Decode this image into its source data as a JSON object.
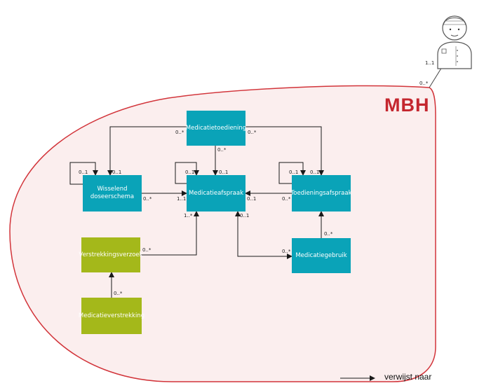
{
  "title": "MBH",
  "legend": {
    "label": "verwijst naar"
  },
  "colors": {
    "teal": "#0aa3b8",
    "green": "#a4b81a",
    "boundary": "#d2343a",
    "fill": "#fbeeee"
  },
  "boxes": {
    "medicatietoediening": "Medicatietoediening",
    "wisselend": "Wisselend\ndoseerschema",
    "medicatieafspraak": "Medicatieafspraak",
    "toedieningsafspraak": "Toedieningsafspraak",
    "verstrekkingsverzoek": "Verstrekkingsverzoek",
    "medicatiegebruik": "Medicatiegebruik",
    "medicatieverstrekking": "Medicatieverstrekking"
  },
  "cardinalities": {
    "patient_1": "1..1",
    "patient_0": "0..*",
    "mt_left": "0..*",
    "mt_right": "0..*",
    "mt_bottom": "0..*",
    "wd_self": "0..1",
    "wd_top": "0..1",
    "wd_right": "0..*",
    "ma_self": "0..1",
    "ma_top": "0..1",
    "ma_left": "1..1",
    "ma_right": "0..1",
    "ma_bottom_l": "1..*",
    "ma_bottom_r": "0..1",
    "ta_left": "0..*",
    "ta_self": "0..1",
    "ta_top": "0..1",
    "mg_top": "0..*",
    "mg_left": "0..*",
    "vv_right": "0..*",
    "mv_top": "0..*"
  }
}
